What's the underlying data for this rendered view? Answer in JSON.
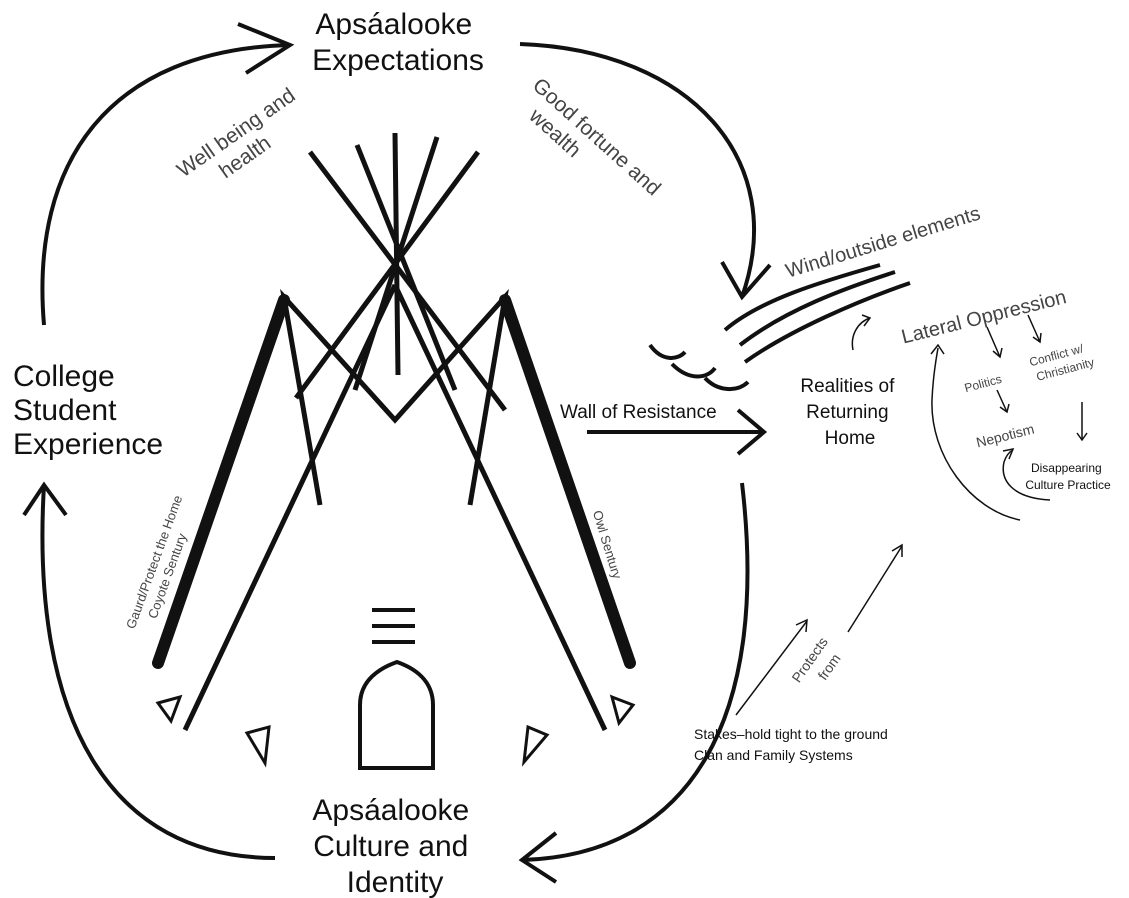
{
  "titles": {
    "expectations": [
      "Apsáalooke",
      "Expectations"
    ],
    "college": [
      "College",
      "Student",
      "Experience"
    ],
    "culture": [
      "Apsáalooke",
      "Culture and",
      "Identity"
    ]
  },
  "labels": {
    "wellbeing": [
      "Well being and",
      "health"
    ],
    "fortune": [
      "Good fortune and",
      "wealth"
    ],
    "wind": "Wind/outside elements",
    "lateral": "Lateral Oppression",
    "wall": "Wall of Resistance",
    "realities": [
      "Realities of",
      "Returning",
      "Home"
    ],
    "politics": "Politics",
    "conflict": [
      "Conflict w/",
      "Christianity"
    ],
    "nepotism": "Nepotism",
    "disappearing": [
      "Disappearing",
      "Culture Practice"
    ],
    "coyote": [
      "Gaurd/Protect the Home",
      "Coyote Sentury"
    ],
    "owl": "Owl Sentury",
    "protects": [
      "Protects",
      "from"
    ],
    "stakes": [
      "Stakes–hold tight to the ground",
      "Clan and Family Systems"
    ]
  },
  "colors": {
    "ink": "#111111",
    "text": "#444444",
    "background": "#ffffff"
  }
}
